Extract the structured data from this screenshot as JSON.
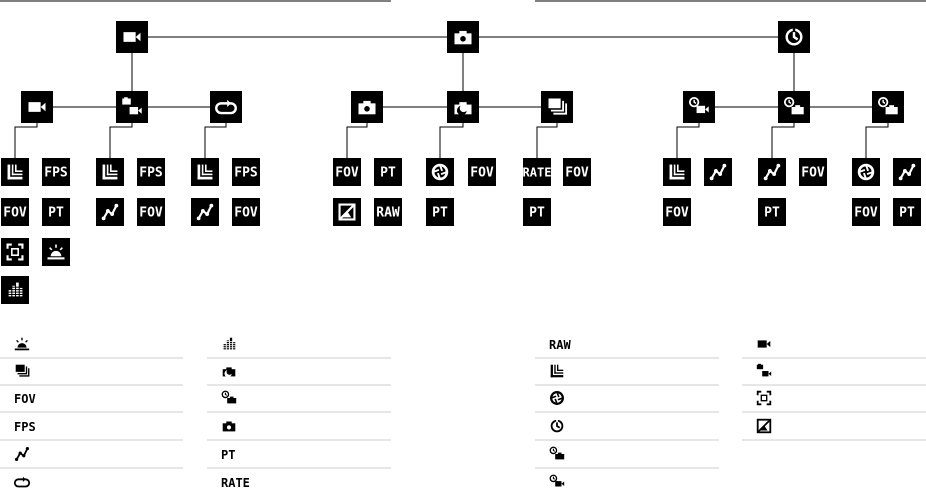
{
  "tile_labels": {
    "fov": "FOV",
    "fps": "FPS",
    "pt": "PT",
    "raw": "RAW",
    "rate": "RATE"
  },
  "legend": {
    "col1": [
      {
        "icon": "sunrise-icon",
        "label": ""
      },
      {
        "icon": "burst-icon",
        "label": ""
      },
      {
        "icon": "text",
        "label": "FOV"
      },
      {
        "icon": "text",
        "label": "FPS"
      },
      {
        "icon": "protune-curve-icon",
        "label": ""
      },
      {
        "icon": "looping-icon",
        "label": ""
      }
    ],
    "col2": [
      {
        "icon": "audio-levels-icon",
        "label": ""
      },
      {
        "icon": "night-photo-icon",
        "label": ""
      },
      {
        "icon": "night-lapse-photo-icon",
        "label": ""
      },
      {
        "icon": "camera-icon",
        "label": ""
      },
      {
        "icon": "text",
        "label": "PT"
      },
      {
        "icon": "text",
        "label": "RATE"
      }
    ],
    "col3": [
      {
        "icon": "text",
        "label": "RAW"
      },
      {
        "icon": "resolution-icon",
        "label": ""
      },
      {
        "icon": "shutter-icon",
        "label": ""
      },
      {
        "icon": "timer-icon",
        "label": ""
      },
      {
        "icon": "timelapse-photo-icon",
        "label": ""
      },
      {
        "icon": "timelapse-video-icon",
        "label": ""
      }
    ],
    "col4": [
      {
        "icon": "video-camera-icon",
        "label": ""
      },
      {
        "icon": "video-photo-icon",
        "label": ""
      },
      {
        "icon": "frame-icon",
        "label": ""
      },
      {
        "icon": "no-image-icon",
        "label": ""
      }
    ]
  },
  "colors": {
    "tile": "#000000",
    "icon": "#ffffff",
    "line": "#000000"
  }
}
